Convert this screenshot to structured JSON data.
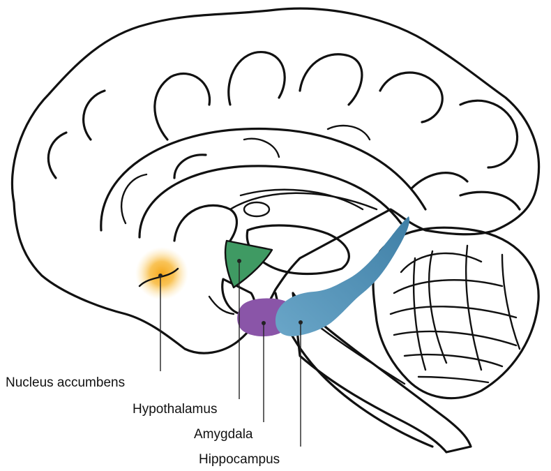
{
  "labels": {
    "nucleus_accumbens": "Nucleus accumbens",
    "hypothalamus": "Hypothalamus",
    "amygdala": "Amygdala",
    "hippocampus": "Hippocampus"
  },
  "colors": {
    "nucleus_accumbens": "#f5a81c",
    "hypothalamus": "#3f9a63",
    "amygdala": "#8a55a8",
    "hippocampus": "#4f8fb4"
  }
}
